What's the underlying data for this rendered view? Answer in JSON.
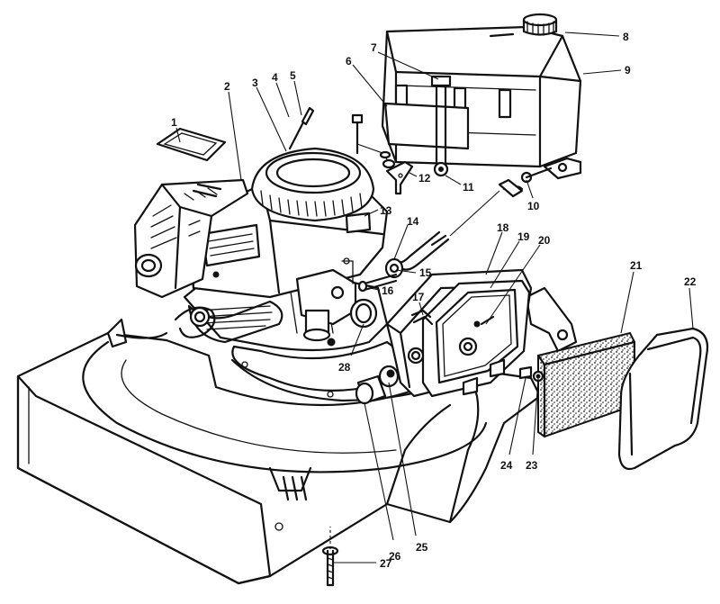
{
  "figure": {
    "background": "#ffffff",
    "line_color": "#111111",
    "callouts": [
      {
        "id": "1",
        "label": "1"
      },
      {
        "id": "2",
        "label": "2"
      },
      {
        "id": "3",
        "label": "3"
      },
      {
        "id": "4",
        "label": "4"
      },
      {
        "id": "5",
        "label": "5"
      },
      {
        "id": "6",
        "label": "6"
      },
      {
        "id": "7",
        "label": "7"
      },
      {
        "id": "8",
        "label": "8"
      },
      {
        "id": "9",
        "label": "9"
      },
      {
        "id": "10",
        "label": "10"
      },
      {
        "id": "11",
        "label": "11"
      },
      {
        "id": "12",
        "label": "12"
      },
      {
        "id": "13",
        "label": "13"
      },
      {
        "id": "14",
        "label": "14"
      },
      {
        "id": "15",
        "label": "15"
      },
      {
        "id": "16",
        "label": "16"
      },
      {
        "id": "17",
        "label": "17"
      },
      {
        "id": "18",
        "label": "18"
      },
      {
        "id": "19",
        "label": "19"
      },
      {
        "id": "20",
        "label": "20"
      },
      {
        "id": "21",
        "label": "21"
      },
      {
        "id": "22",
        "label": "22"
      },
      {
        "id": "23",
        "label": "23"
      },
      {
        "id": "24",
        "label": "24"
      },
      {
        "id": "25",
        "label": "25"
      },
      {
        "id": "26",
        "label": "26"
      },
      {
        "id": "27",
        "label": "27"
      },
      {
        "id": "28",
        "label": "28"
      }
    ]
  }
}
